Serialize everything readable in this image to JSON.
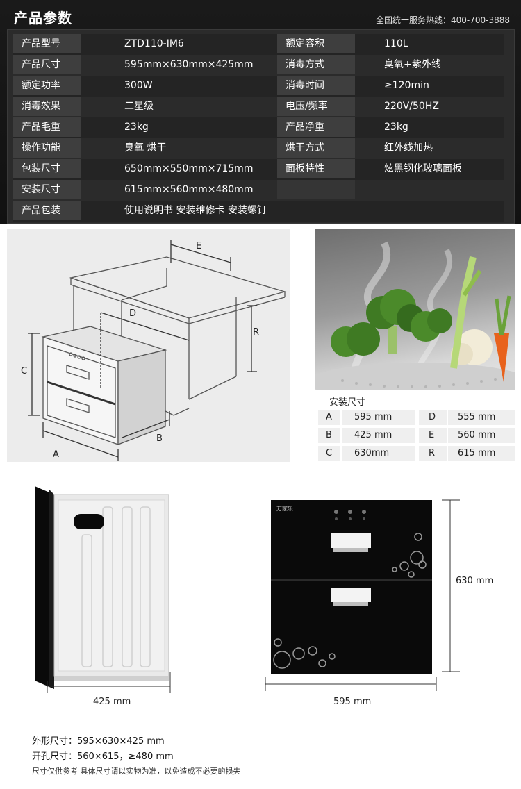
{
  "spec": {
    "title": "产品参数",
    "hotline": "全国统一服务热线：400-700-3888",
    "rows": [
      {
        "k1": "产品型号",
        "v1": "ZTD110-IM6",
        "k2": "额定容积",
        "v2": "110L"
      },
      {
        "k1": "产品尺寸",
        "v1": "595mm×630mm×425mm",
        "k2": "消毒方式",
        "v2": "臭氧+紫外线"
      },
      {
        "k1": "额定功率",
        "v1": "300W",
        "k2": "消毒时间",
        "v2": "≥120min"
      },
      {
        "k1": "消毒效果",
        "v1": "二星级",
        "k2": "电压/频率",
        "v2": "220V/50HZ"
      },
      {
        "k1": "产品毛重",
        "v1": "23kg",
        "k2": "产品净重",
        "v2": "23kg"
      },
      {
        "k1": "操作功能",
        "v1": "臭氧 烘干",
        "k2": "烘干方式",
        "v2": "红外线加热"
      },
      {
        "k1": "包装尺寸",
        "v1": "650mm×550mm×715mm",
        "k2": "面板特性",
        "v2": "炫黑钢化玻璃面板"
      },
      {
        "k1": "安装尺寸",
        "v1": "615mm×560mm×480mm",
        "k2": "",
        "v2": ""
      },
      {
        "k1": "产品包装",
        "v1": "使用说明书 安装维修卡 安装螺钉",
        "k2": "",
        "v2": ""
      }
    ]
  },
  "diagram": {
    "labels": {
      "a": "A",
      "b": "B",
      "c": "C",
      "d": "D",
      "e": "E",
      "r": "R"
    }
  },
  "install": {
    "title": "安装尺寸",
    "rows": [
      {
        "l1": "A",
        "v1": "595 mm",
        "l2": "D",
        "v2": "555 mm"
      },
      {
        "l1": "B",
        "v1": "425 mm",
        "l2": "E",
        "v2": "560 mm"
      },
      {
        "l1": "C",
        "v1": "630mm",
        "l2": "R",
        "v2": "615 mm"
      }
    ]
  },
  "views": {
    "side_width": "425 mm",
    "front_width": "595 mm",
    "front_height": "630 mm",
    "brand": "万家乐"
  },
  "footer": {
    "outer": "外形尺寸：595×630×425 mm",
    "cutout": "开孔尺寸：560×615，≥480 mm",
    "note": "尺寸仅供参考 具体尺寸请以实物为准，以免造成不必要的损失"
  },
  "colors": {
    "spec_bg": "#111111",
    "key_cell": "#3e3e3e",
    "install_cell": "#efefef",
    "panel_black": "#0a0a0a"
  }
}
